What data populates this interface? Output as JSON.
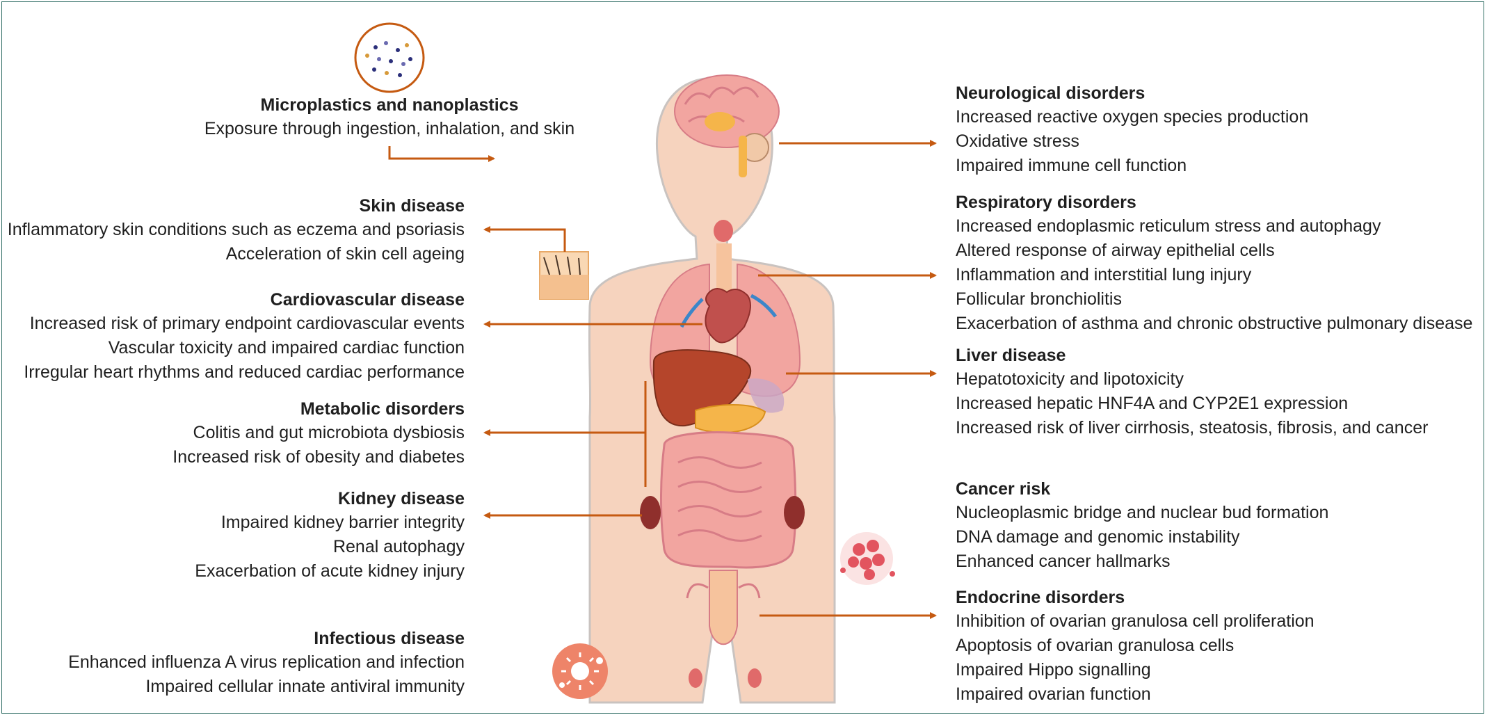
{
  "exposure": {
    "title": "Microplastics and nanoplastics",
    "line": "Exposure through ingestion, inhalation, and skin"
  },
  "left": {
    "skin": {
      "title": "Skin disease",
      "lines": [
        "Inflammatory skin conditions such as eczema and psoriasis",
        "Acceleration of skin cell ageing"
      ]
    },
    "cardio": {
      "title": "Cardiovascular disease",
      "lines": [
        "Increased risk of primary endpoint cardiovascular events",
        "Vascular toxicity and impaired cardiac function",
        "Irregular heart rhythms and reduced cardiac performance"
      ]
    },
    "metabolic": {
      "title": "Metabolic disorders",
      "lines": [
        "Colitis and gut microbiota dysbiosis",
        "Increased risk of obesity and diabetes"
      ]
    },
    "kidney": {
      "title": "Kidney disease",
      "lines": [
        "Impaired kidney barrier integrity",
        "Renal autophagy",
        "Exacerbation of acute kidney injury"
      ]
    },
    "infectious": {
      "title": "Infectious disease",
      "lines": [
        "Enhanced influenza A virus replication and infection",
        "Impaired cellular innate antiviral immunity"
      ]
    }
  },
  "right": {
    "neuro": {
      "title": "Neurological disorders",
      "lines": [
        "Increased reactive oxygen species production",
        "Oxidative stress",
        "Impaired immune cell function"
      ]
    },
    "resp": {
      "title": "Respiratory disorders",
      "lines": [
        "Increased endoplasmic reticulum stress and autophagy",
        "Altered response of airway epithelial cells",
        "Inflammation and interstitial lung injury",
        "Follicular bronchiolitis",
        "Exacerbation of asthma and chronic obstructive pulmonary disease"
      ]
    },
    "liver": {
      "title": "Liver disease",
      "lines": [
        "Hepatotoxicity and lipotoxicity",
        "Increased hepatic HNF4A and CYP2E1 expression",
        "Increased risk of liver cirrhosis, steatosis, fibrosis, and cancer"
      ]
    },
    "cancer": {
      "title": "Cancer risk",
      "lines": [
        "Nucleoplasmic bridge and nuclear bud formation",
        "DNA damage and genomic instability",
        "Enhanced cancer hallmarks"
      ]
    },
    "endocrine": {
      "title": "Endocrine disorders",
      "lines": [
        "Inhibition of ovarian granulosa cell proliferation",
        "Apoptosis of ovarian granulosa cells",
        "Impaired Hippo signalling",
        "Impaired ovarian function"
      ]
    }
  },
  "colors": {
    "arrow": "#c55a11",
    "body": "#f6d3be",
    "body_outline": "#c9c3c0",
    "frame": "#2f6d63",
    "organ_red": "#c0504d",
    "organ_pink": "#f2a5a0"
  },
  "icons": [
    "microplastic-particles-icon",
    "skin-layer-icon",
    "cancer-cell-icon",
    "virus-icon",
    "human-body-illustration"
  ]
}
